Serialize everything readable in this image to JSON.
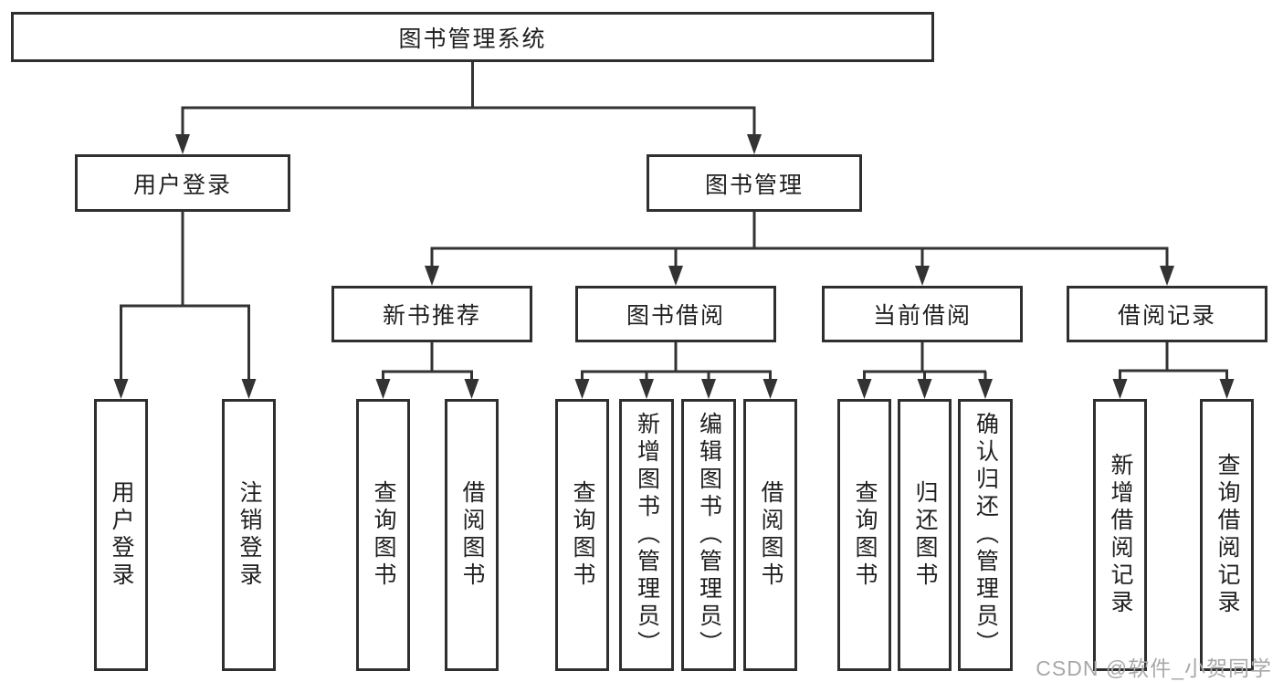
{
  "diagram": {
    "root": "图书管理系统",
    "children": [
      {
        "label": "用户登录",
        "children": [
          "用户登录",
          "注销登录"
        ]
      },
      {
        "label": "图书管理",
        "children": [
          {
            "label": "新书推荐",
            "children": [
              "查询图书",
              "借阅图书"
            ]
          },
          {
            "label": "图书借阅",
            "children": [
              "查询图书",
              "新增图书（管理员）",
              "编辑图书（管理员）",
              "借阅图书"
            ]
          },
          {
            "label": "当前借阅",
            "children": [
              "查询图书",
              "归还图书",
              "确认归还（管理员）"
            ]
          },
          {
            "label": "借阅记录",
            "children": [
              "新增借阅记录",
              "查询借阅记录"
            ]
          }
        ]
      }
    ],
    "colors": {
      "line": "#333333",
      "border": "#2f2f2f",
      "text": "#1f1f1f",
      "watermark": "#a8a8a8"
    }
  },
  "watermark": {
    "text": "CSDN @软件_小贺同学"
  }
}
